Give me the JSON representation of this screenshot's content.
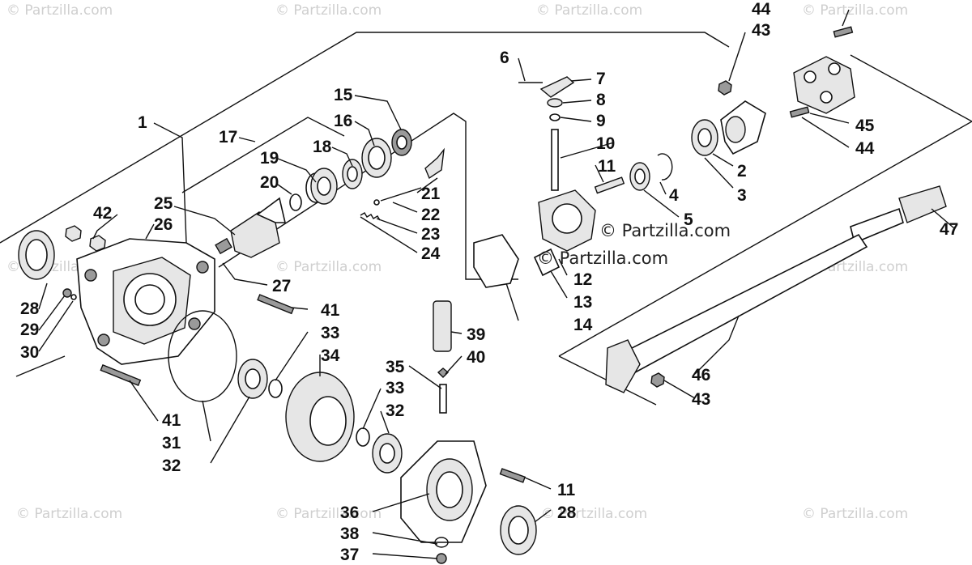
{
  "watermark": {
    "text": "© Partzilla.com",
    "main": "© Partzilla.com"
  },
  "callouts": [
    {
      "n": "1"
    },
    {
      "n": "2"
    },
    {
      "n": "3"
    },
    {
      "n": "4"
    },
    {
      "n": "5"
    },
    {
      "n": "6"
    },
    {
      "n": "7"
    },
    {
      "n": "8"
    },
    {
      "n": "9"
    },
    {
      "n": "10"
    },
    {
      "n": "11"
    },
    {
      "n": "11"
    },
    {
      "n": "12"
    },
    {
      "n": "13"
    },
    {
      "n": "14"
    },
    {
      "n": "15"
    },
    {
      "n": "16"
    },
    {
      "n": "17"
    },
    {
      "n": "18"
    },
    {
      "n": "19"
    },
    {
      "n": "20"
    },
    {
      "n": "21"
    },
    {
      "n": "22"
    },
    {
      "n": "23"
    },
    {
      "n": "24"
    },
    {
      "n": "25"
    },
    {
      "n": "26"
    },
    {
      "n": "27"
    },
    {
      "n": "28"
    },
    {
      "n": "28"
    },
    {
      "n": "29"
    },
    {
      "n": "30"
    },
    {
      "n": "31"
    },
    {
      "n": "32"
    },
    {
      "n": "32"
    },
    {
      "n": "33"
    },
    {
      "n": "33"
    },
    {
      "n": "34"
    },
    {
      "n": "35"
    },
    {
      "n": "36"
    },
    {
      "n": "37"
    },
    {
      "n": "38"
    },
    {
      "n": "39"
    },
    {
      "n": "40"
    },
    {
      "n": "41"
    },
    {
      "n": "41"
    },
    {
      "n": "42"
    },
    {
      "n": "43"
    },
    {
      "n": "43"
    },
    {
      "n": "44"
    },
    {
      "n": "44"
    },
    {
      "n": "45"
    },
    {
      "n": "46"
    },
    {
      "n": "47"
    }
  ]
}
